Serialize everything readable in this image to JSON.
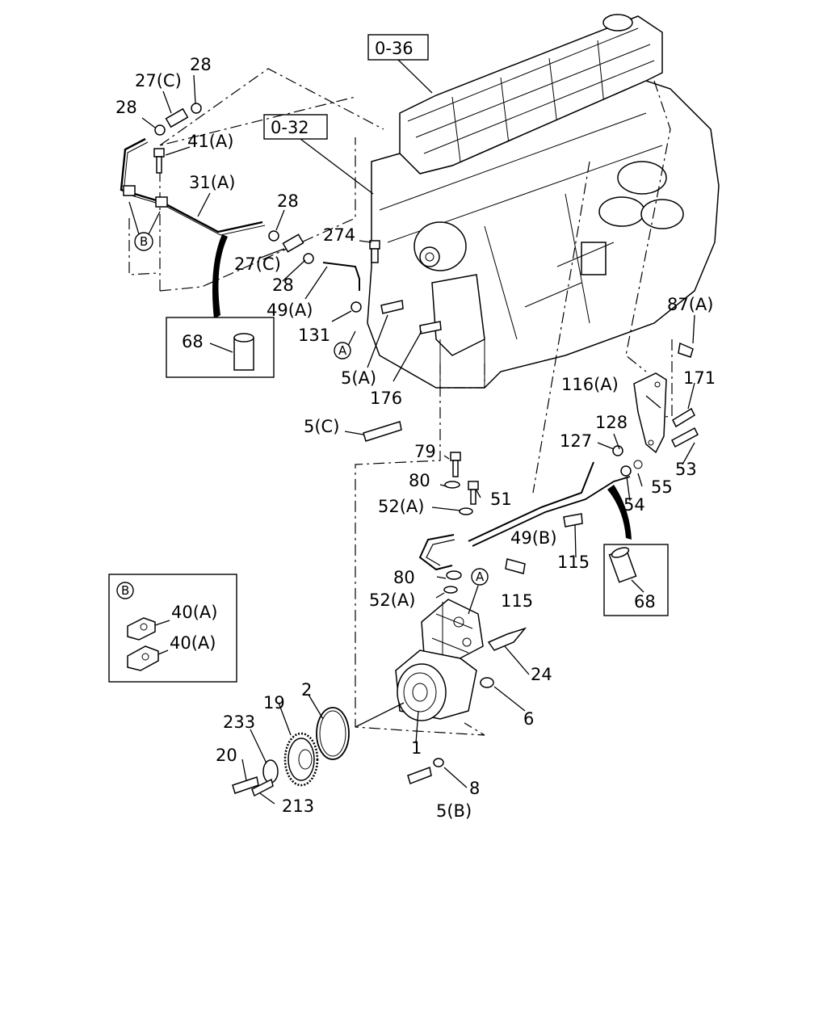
{
  "references": [
    "0-36",
    "0-32"
  ],
  "inset_marker": "B",
  "circle_markers": [
    "A",
    "B"
  ],
  "part_labels": [
    "28",
    "27(C)",
    "28",
    "41(A)",
    "31(A)",
    "28",
    "274",
    "27(C)",
    "28",
    "49(A)",
    "131",
    "5(A)",
    "176",
    "5(C)",
    "68",
    "87(A)",
    "116(A)",
    "171",
    "128",
    "127",
    "53",
    "55",
    "54",
    "79",
    "80",
    "51",
    "52(A)",
    "49(B)",
    "115",
    "68",
    "80",
    "52(A)",
    "115",
    "24",
    "6",
    "2",
    "19",
    "233",
    "20",
    "213",
    "1",
    "8",
    "5(B)",
    "40(A)",
    "40(A)"
  ]
}
